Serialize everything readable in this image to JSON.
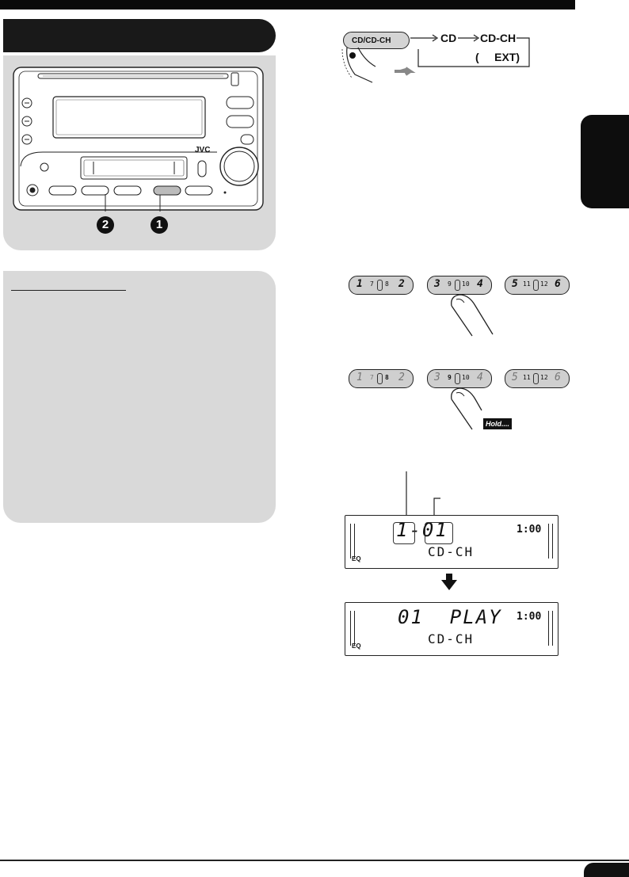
{
  "unit_illustration": {
    "brand": "JVC",
    "markers": [
      "2",
      "1"
    ]
  },
  "source_button": {
    "label": "CD/CD-CH",
    "sequence": [
      "CD",
      "CD-CH"
    ],
    "sub_label": "(     EXT)"
  },
  "preset_buttons_row1": [
    "1",
    "7",
    "8",
    "2",
    "3",
    "9",
    "10",
    "4",
    "5",
    "11",
    "12",
    "6"
  ],
  "preset_buttons_row2": [
    "1",
    "7",
    "8",
    "2",
    "3",
    "9",
    "10",
    "4",
    "5",
    "11",
    "12",
    "6"
  ],
  "hold_label": "Hold....",
  "display_1": {
    "disc_track": "1-01",
    "clock": "1:00",
    "source": "CD-CH",
    "eq": "EQ"
  },
  "display_2": {
    "main": "01  PLAY",
    "clock": "1:00",
    "source": "CD-CH",
    "eq": "EQ"
  },
  "colors": {
    "dark": "#111111",
    "panel_grey": "#d9d9d9",
    "button_grey": "#cfcfcf"
  }
}
